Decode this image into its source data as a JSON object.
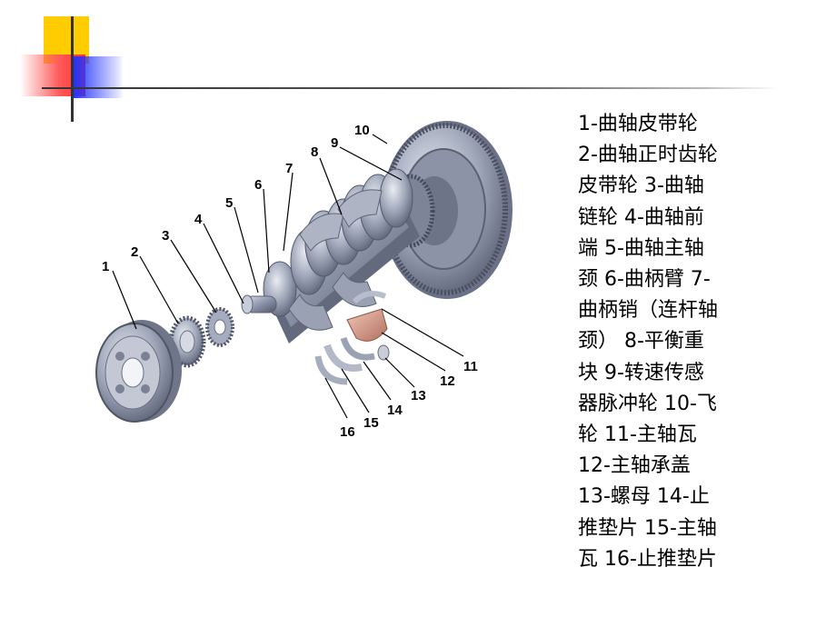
{
  "diagram": {
    "callouts": [
      "1",
      "2",
      "3",
      "4",
      "5",
      "6",
      "7",
      "8",
      "9",
      "10",
      "11",
      "12",
      "13",
      "14",
      "15",
      "16"
    ]
  },
  "legend": {
    "lines": [
      " 1-曲轴皮带轮",
      "2-曲轴正时齿轮",
      "皮带轮  3-曲轴",
      "链轮  4-曲轴前",
      "端  5-曲轴主轴",
      "颈  6-曲柄臂  7-",
      "曲柄销（连杆轴",
      "颈）  8-平衡重",
      "块  9-转速传感",
      "器脉冲轮  10-飞",
      "轮  11-主轴瓦",
      "12-主轴承盖",
      "13-螺母  14-止",
      "推垫片  15-主轴",
      "瓦 16-止推垫片"
    ]
  },
  "colors": {
    "deco_yellow": "#ffcc00",
    "deco_red": "#ff3b3b",
    "deco_blue": "#2a3cff",
    "deco_line": "#333333"
  }
}
